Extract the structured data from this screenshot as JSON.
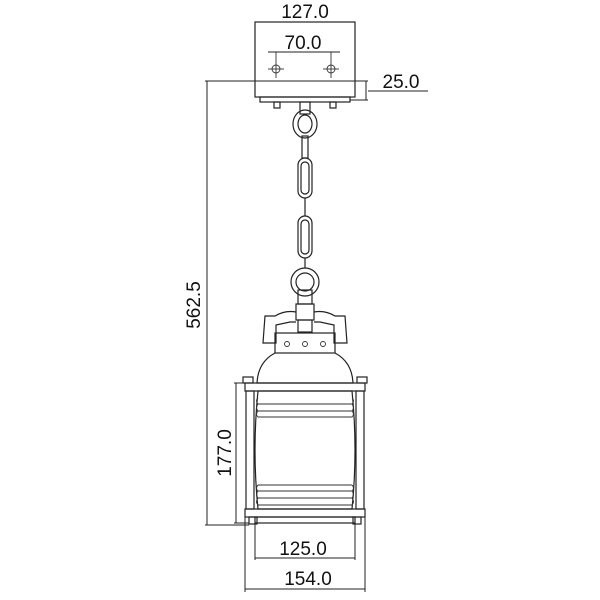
{
  "diagram": {
    "type": "technical-drawing",
    "subject": "pendant lantern with chain and ceiling canopy",
    "dimensions": {
      "canopy_width": "127.0",
      "mount_hole_spacing": "70.0",
      "canopy_depth": "25.0",
      "overall_height": "562.5",
      "lantern_body_height": "177.0",
      "base_width": "125.0",
      "overall_width": "154.0"
    },
    "colors": {
      "line": "#222222",
      "background": "#ffffff"
    }
  }
}
